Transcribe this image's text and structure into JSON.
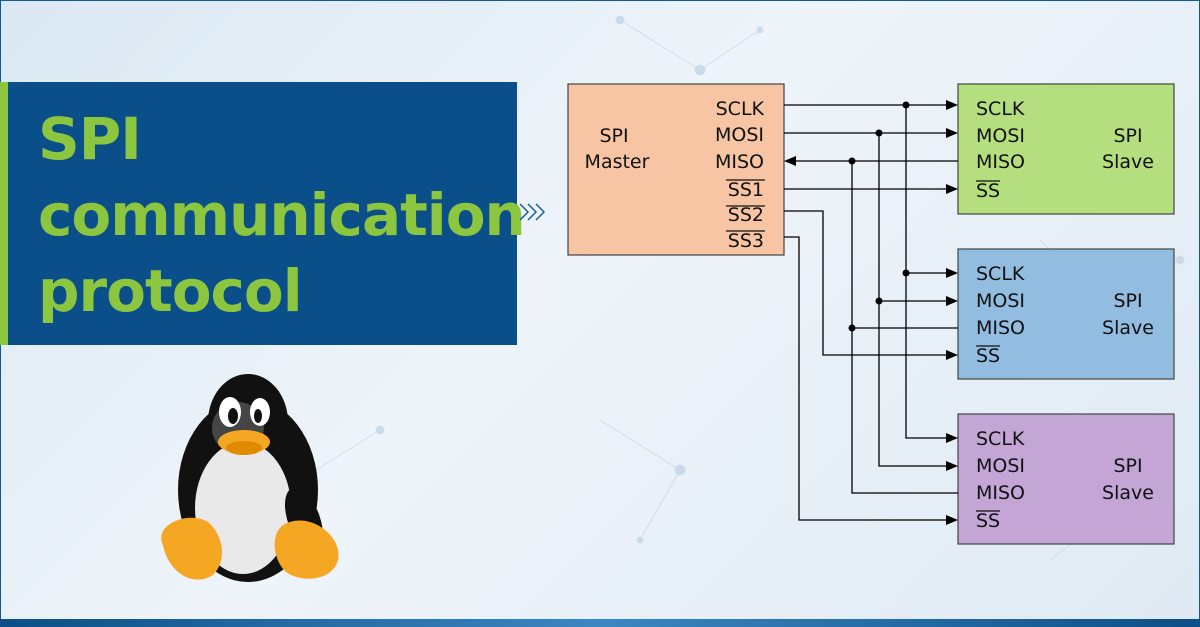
{
  "title": {
    "lines": [
      "SPI",
      "communication",
      "protocol"
    ]
  },
  "colors": {
    "title_background": "#0b4f8a",
    "title_text": "#8cc63f",
    "master_fill": "#f7c5a3",
    "slave1_fill": "#b5df7e",
    "slave2_fill": "#92bde0",
    "slave3_fill": "#c3a6d6"
  },
  "master": {
    "name_line1": "SPI",
    "name_line2": "Master",
    "pins": [
      "SCLK",
      "MOSI",
      "MISO",
      "SS1",
      "SS2",
      "SS3"
    ]
  },
  "slaves": [
    {
      "name_line1": "SPI",
      "name_line2": "Slave",
      "pins": [
        "SCLK",
        "MOSI",
        "MISO",
        "SS"
      ]
    },
    {
      "name_line1": "SPI",
      "name_line2": "Slave",
      "pins": [
        "SCLK",
        "MOSI",
        "MISO",
        "SS"
      ]
    },
    {
      "name_line1": "SPI",
      "name_line2": "Slave",
      "pins": [
        "SCLK",
        "MOSI",
        "MISO",
        "SS"
      ]
    }
  ],
  "mascot": {
    "icon": "tux-penguin-icon"
  }
}
